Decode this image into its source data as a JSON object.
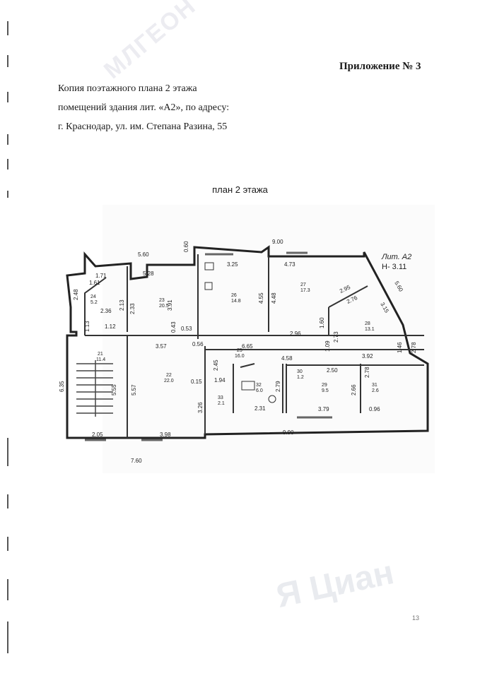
{
  "document": {
    "appendix": "Приложение № 3",
    "caption_lines": [
      "Копия поэтажного плана 2 этажа",
      "помещений здания лит. «А2», по адресу:",
      "г. Краснодар, ул. им. Степана Разина, 55"
    ],
    "plan_title": "план 2 этажа",
    "page_number": "13"
  },
  "plan": {
    "lit_label": "Лит. А2",
    "height_label": "Н- 3.11",
    "dimensions": {
      "total_top": "9.00",
      "left_top": "5.60",
      "gap_top": "0.60",
      "total_bottom": "9.90",
      "left_bottom": "7.60",
      "left_height": "6.35",
      "diag": "5.60"
    },
    "rooms": [
      {
        "num": "24",
        "area": "5.2",
        "dims": [
          "1.71",
          "1.61",
          "2.48",
          "2.36",
          "2.13",
          "1.13",
          "1.12"
        ]
      },
      {
        "num": "23",
        "area": "20.5",
        "dims": [
          "5.28",
          "2.33",
          "3.91",
          "0.43",
          "0.53"
        ]
      },
      {
        "num": "26",
        "area": "14.8",
        "dims": [
          "3.25",
          "4.55"
        ]
      },
      {
        "num": "27",
        "area": "17.3",
        "dims": [
          "4.73",
          "4.48"
        ]
      },
      {
        "num": "28",
        "area": "13.1",
        "dims": [
          "2.95",
          "2.76",
          "3.15",
          "1.60",
          "2.73",
          "1.46",
          "2.78",
          "3.92"
        ]
      },
      {
        "num": "21",
        "area": "11.4",
        "dims": [
          "5.55",
          "2.05"
        ]
      },
      {
        "num": "22",
        "area": "22.0",
        "dims": [
          "3.57",
          "0.56",
          "5.57",
          "3.98",
          "3.26",
          "0.15"
        ]
      },
      {
        "num": "25",
        "area": "16.0",
        "dims": [
          "6.65",
          "2.96",
          "2.45",
          "4.58",
          "1.09",
          "1.94"
        ]
      },
      {
        "num": "32",
        "area": "6.0",
        "dims": [
          "2.79",
          "2.31"
        ]
      },
      {
        "num": "33",
        "area": "2.1",
        "dims": []
      },
      {
        "num": "29",
        "area": "9.5",
        "dims": [
          "2.50",
          "2.66",
          "3.79"
        ]
      },
      {
        "num": "30",
        "area": "1.2",
        "dims": []
      },
      {
        "num": "31",
        "area": "2.6",
        "dims": [
          "2.78",
          "0.96"
        ]
      }
    ]
  },
  "watermarks": {
    "top": "МЛГЕОН",
    "bottom": "Я Циан"
  }
}
